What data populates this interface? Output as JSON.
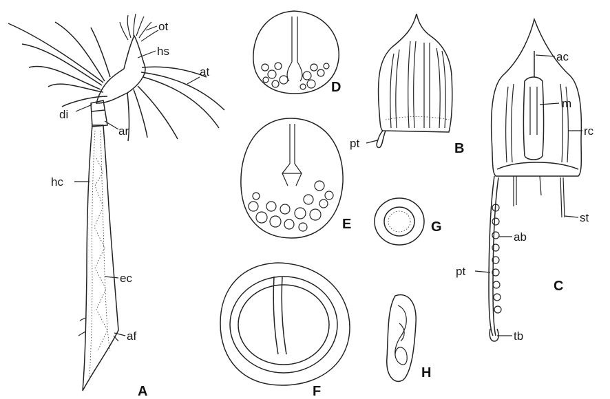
{
  "panels": {
    "A": {
      "letter": "A",
      "labels": {
        "ot": "ot",
        "hs": "hs",
        "at": "at",
        "di": "di",
        "ar": "ar",
        "hc": "hc",
        "ec": "ec",
        "af": "af"
      }
    },
    "B": {
      "letter": "B",
      "labels": {
        "pt": "pt"
      }
    },
    "C": {
      "letter": "C",
      "labels": {
        "ac": "ac",
        "m": "m",
        "rc": "rc",
        "st": "st",
        "ab": "ab",
        "pt": "pt",
        "tb": "tb"
      }
    },
    "D": {
      "letter": "D"
    },
    "E": {
      "letter": "E"
    },
    "F": {
      "letter": "F"
    },
    "G": {
      "letter": "G"
    },
    "H": {
      "letter": "H"
    }
  },
  "colors": {
    "ink": "#222222",
    "paper": "#ffffff"
  }
}
